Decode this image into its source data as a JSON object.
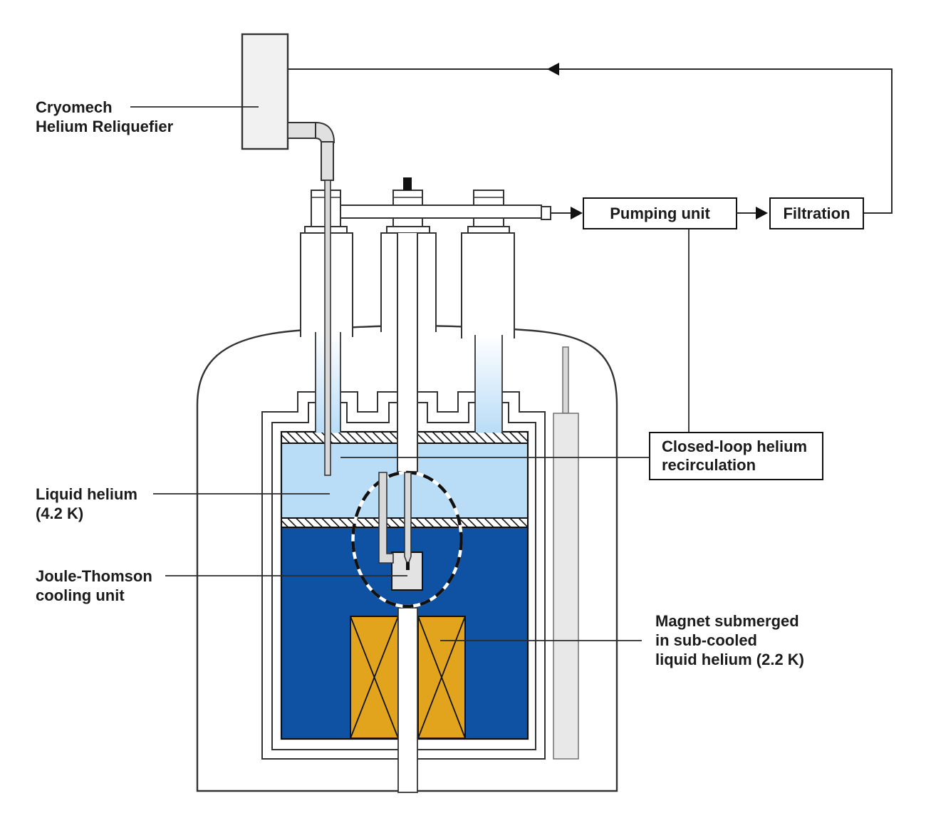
{
  "diagram": {
    "labels": {
      "cryomech": {
        "line1": "Cryomech",
        "line2": "Helium Reliquefier"
      },
      "liquid_helium": {
        "line1": "Liquid helium",
        "line2": "(4.2 K)"
      },
      "joule_thomson": {
        "line1": "Joule-Thomson",
        "line2": "cooling unit"
      },
      "magnet": {
        "line1": "Magnet submerged",
        "line2": "in sub-cooled",
        "line3": "liquid helium (2.2 K)"
      }
    },
    "boxes": {
      "pumping_unit": {
        "label": "Pumping unit"
      },
      "filtration": {
        "label": "Filtration"
      },
      "closed_loop": {
        "line1": "Closed-loop helium",
        "line2": "recirculation"
      }
    },
    "colors": {
      "liquid_helium_blue": "#b9dcf7",
      "subcooled_helium_blue": "#0f51a3",
      "magnet_orange": "#e2a41c",
      "pipe_grey": "#d9d9d9",
      "unit_grey": "#e3e3e3",
      "panel_grey": "#f1f1f1",
      "line": "#2b2b2b"
    }
  }
}
